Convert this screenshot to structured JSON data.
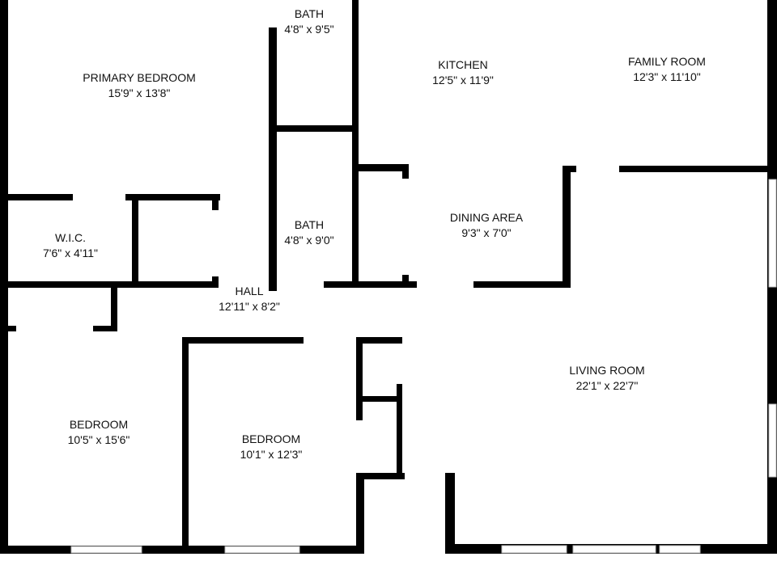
{
  "rooms": [
    {
      "name": "PRIMARY BEDROOM",
      "size": "15'9\" x 13'8\""
    },
    {
      "name": "BATH",
      "size": "4'8\" x 9'5\""
    },
    {
      "name": "KITCHEN",
      "size": "12'5\" x 11'9\""
    },
    {
      "name": "FAMILY ROOM",
      "size": "12'3\" x 11'10\""
    },
    {
      "name": "W.I.C.",
      "size": "7'6\" x 4'11\""
    },
    {
      "name": "BATH",
      "size": "4'8\" x 9'0\""
    },
    {
      "name": "DINING AREA",
      "size": "9'3\" x 7'0\""
    },
    {
      "name": "HALL",
      "size": "12'11\" x 8'2\""
    },
    {
      "name": "LIVING ROOM",
      "size": "22'1\" x 22'7\""
    },
    {
      "name": "BEDROOM",
      "size": "10'5\" x 15'6\""
    },
    {
      "name": "BEDROOM",
      "size": "10'1\" x 12'3\""
    }
  ],
  "colors": {
    "wall": "#000000",
    "background": "#ffffff"
  }
}
